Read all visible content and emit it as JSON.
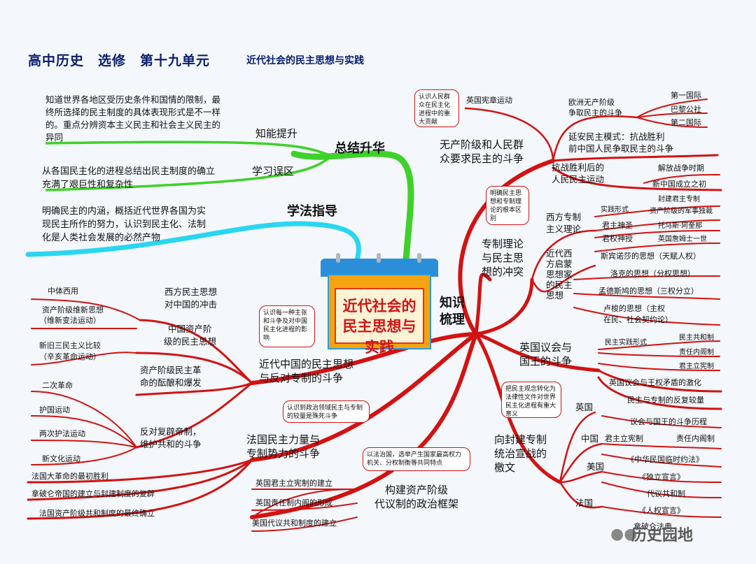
{
  "header": {
    "title": "高中历史　选修　第十九单元",
    "subtitle": "近代社会的民主思想与实践"
  },
  "center": {
    "label": "近代社会的民主思想与实践"
  },
  "branches": {
    "zongjie": "总结升华",
    "zhishi": "知识梳理",
    "xuefa": "学法指导"
  },
  "left": {
    "zhineng": "知能提升",
    "zhineng_note": "知道世界各地区受历史条件和国情的限制，最终所选择的民主制度的具体表现形式是不一样的。重点分辨资本主义民主和社会主义民主的异同",
    "wuqu": "学习误区",
    "wuqu_note": "从各国民主化的进程总结出民主制度的确立充满了艰巨性和复杂性",
    "xuefa_note": "明确民主的内涵，概括近代世界各国为实现民主所作的努力，认识到民主化、法制化是人类社会发展的必然产物",
    "bubble1": "认识每一种主张和斗争及对中国民主化进程的影响",
    "china_title_1": "近代中国的民主思想",
    "china_title_2": "与反对专制的斗争",
    "c1_1": "西方民主思想",
    "c1_2": "对中国的冲击",
    "c1_leaf": "中体西用",
    "c2_1": "中国资产阶",
    "c2_2": "级的民主思想",
    "c2_leaf_1": "资产阶级维新思想",
    "c2_leaf_2": "（维新变法运动）",
    "c3_1": "资产阶级民主革",
    "c3_2": "命的酝酿和爆发",
    "c3_leaf_1": "新旧三民主义比较",
    "c3_leaf_2": "（辛亥革命运动）",
    "c4_1": "反对复辟帝制，",
    "c4_2": "维护共和的斗争",
    "c4_leaves": [
      "二次革命",
      "护国运动",
      "两次护法运动",
      "新文化运动"
    ],
    "bubble2": "认识到政治领域民主与专制的较量是殊死斗争",
    "france_1": "法国民主力量与",
    "france_2": "专制势力的斗争",
    "france_leaves": [
      "法国大革命的最初胜利",
      "拿破仑帝国的建立与封建制度的复辟",
      "法国资产阶级共和制度的最终确立"
    ],
    "bubble3": "以法治国，选举产生国家最高权力机关、分权制衡等共同特点",
    "frame_1": "构建资产阶级",
    "frame_2": "代议制的政治框架",
    "frame_leaves": [
      "英国君主立宪制的建立",
      "英国责任制内阁的形成",
      "美国代议共和制度的建立"
    ]
  },
  "right": {
    "bubble1": "认识人民群众在民主化进程中的重大贡献",
    "proletariat_1": "无产阶级和人民群",
    "proletariat_2": "众要求民主的斗争",
    "chartism": "英国宪章运动",
    "eu_1": "欧洲无产阶级",
    "eu_2": "争取民主的斗争",
    "eu_leaves": [
      "第一国际",
      "巴黎公社",
      "第二国际"
    ],
    "yanan_1": "延安民主模式：抗战胜利",
    "yanan_2": "前中国人民争取民主的斗争",
    "postwar_1": "抗战胜利后的",
    "postwar_2": "人民民主运动",
    "postwar_leaves": [
      "解放战争时期",
      "新中国成立之初"
    ],
    "bubble2": "明确民主思想和专制理论的根本区别",
    "conflict_1": "专制理论",
    "conflict_2": "与民主思",
    "conflict_3": "想的冲突",
    "west_1": "西方专制",
    "west_2": "主义理论",
    "practice": "实践形式",
    "practice_leaves": [
      "封建君主专制",
      "资产阶级的军事独裁"
    ],
    "junzhu": "君主神圣",
    "junzhu_leaf": "托马斯·阿奎那",
    "junquan": "君权神授",
    "junquan_leaf": "英国詹姆士一世",
    "enl_1": "近代西",
    "enl_2": "方启蒙",
    "enl_3": "思想家",
    "enl_4": "的民主",
    "enl_5": "思想",
    "enl_leaves": [
      "斯宾诺莎的思想（天赋人权）",
      "洛克的思想（分权思想）",
      "孟德斯鸠的思想（三权分立）"
    ],
    "rousseau_1": "卢梭的思想（主权",
    "rousseau_2": "在民、社会契约论）",
    "demo_practice": "民主实践形式",
    "demo_leaves": [
      "民主共和制",
      "责任内阁制",
      "君主立宪制"
    ],
    "parl_1": "英国议会与",
    "parl_2": "国王的斗争",
    "parl_leaves": [
      "英国议会与王权矛盾的激化",
      "民主与专制的反复较量"
    ],
    "bubble3": "把民主观念转化为法律性文件对世界民主化进程有重大意义",
    "decl_1": "向封建专制",
    "decl_2": "统治宣战的",
    "decl_3": "檄文",
    "countries": [
      "英国",
      "中国",
      "美国",
      "法国"
    ],
    "uk_leaf": "议会与国王的斗争历程",
    "cn_leaf_1": "君主立宪制",
    "cn_leaf_2": "责任内阁制",
    "cn_leaf_3": "《中华民国临时约法》",
    "us_leaf_1": "《独立宣言》",
    "us_leaf_2": "代议共和制",
    "fr_leaf_1": "《人权宣言》",
    "fr_leaf_2": "拿破仑法典"
  },
  "watermark": "历史园地",
  "colors": {
    "red": "#d31212",
    "green": "#3fd12a",
    "cyan": "#2ad6ef",
    "title_blue": "#0a1e6e"
  }
}
